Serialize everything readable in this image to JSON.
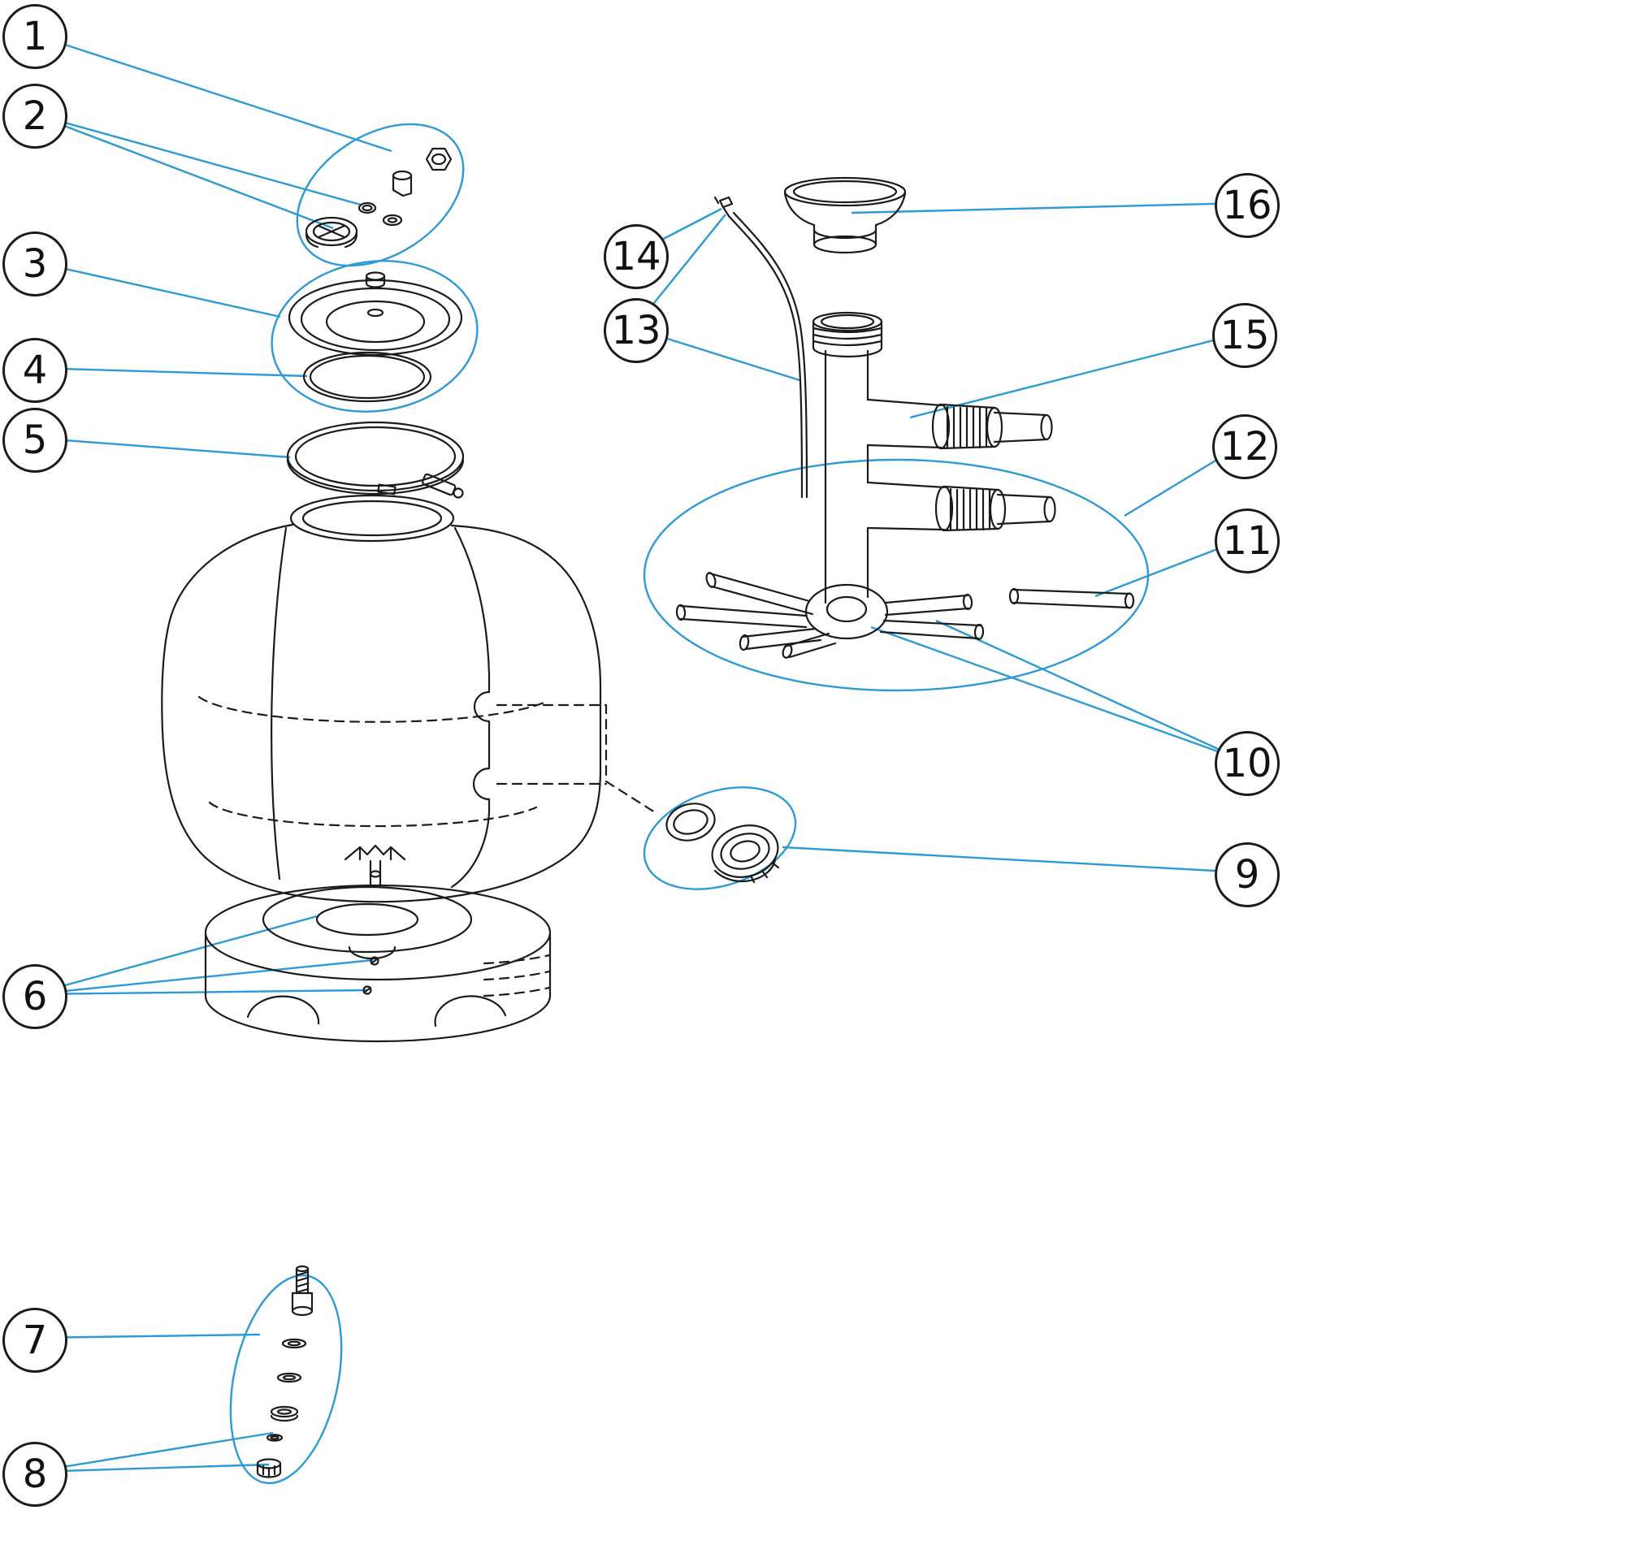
{
  "diagram": {
    "type": "exploded-parts-diagram",
    "description": "Exploded view of a filter assembly with numbered part callouts",
    "accent_color": "#2d9ad6",
    "line_color": "#1b1b1b",
    "background_color": "#ffffff",
    "callouts": [
      {
        "label": "1"
      },
      {
        "label": "2"
      },
      {
        "label": "3"
      },
      {
        "label": "4"
      },
      {
        "label": "5"
      },
      {
        "label": "6"
      },
      {
        "label": "7"
      },
      {
        "label": "8"
      },
      {
        "label": "9"
      },
      {
        "label": "10"
      },
      {
        "label": "11"
      },
      {
        "label": "12"
      },
      {
        "label": "13"
      },
      {
        "label": "14"
      },
      {
        "label": "15"
      },
      {
        "label": "16"
      }
    ]
  }
}
